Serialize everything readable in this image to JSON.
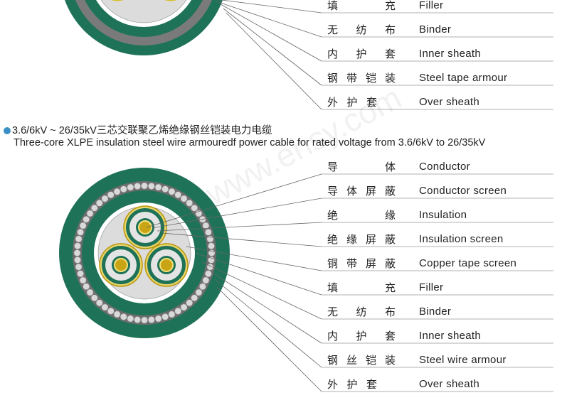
{
  "top_section": {
    "layers": [
      {
        "cn": "填　充",
        "en": "Filler"
      },
      {
        "cn": "无纺布",
        "en": "Binder"
      },
      {
        "cn": "内护套",
        "en": "Inner sheath"
      },
      {
        "cn": "钢带铠装",
        "en": "Steel tape armour"
      },
      {
        "cn": "外护套",
        "en": "Over sheath"
      }
    ]
  },
  "bottom_section": {
    "title_cn": "3.6/6kV ~ 26/35kV三芯交联聚乙烯绝缘钢丝铠装电力电缆",
    "title_en": "Three-core XLPE insulation steel wire armouredf power cable for rated voltage from 3.6/6kV to 26/35kV",
    "layers": [
      {
        "cn": "导　体",
        "en": "Conductor"
      },
      {
        "cn": "导体屏蔽",
        "en": "Conductor screen"
      },
      {
        "cn": "绝　缘",
        "en": "Insulation"
      },
      {
        "cn": "绝缘屏蔽",
        "en": "Insulation screen"
      },
      {
        "cn": "铜带屏蔽",
        "en": "Copper tape screen"
      },
      {
        "cn": "填　充",
        "en": "Filler"
      },
      {
        "cn": "无纺布",
        "en": "Binder"
      },
      {
        "cn": "内护套",
        "en": "Inner sheath"
      },
      {
        "cn": "钢丝铠装",
        "en": "Steel wire armour"
      },
      {
        "cn": "外护套",
        "en": "Over sheath"
      }
    ]
  },
  "watermark": "www.ehsy.com",
  "colors": {
    "sheath_green": "#1e7258",
    "armour_grey": "#7a7a7a",
    "filler_grey": "#dcdcdc",
    "conductor_gold": "#c9a414",
    "bullet_blue": "#3a8fc4"
  }
}
